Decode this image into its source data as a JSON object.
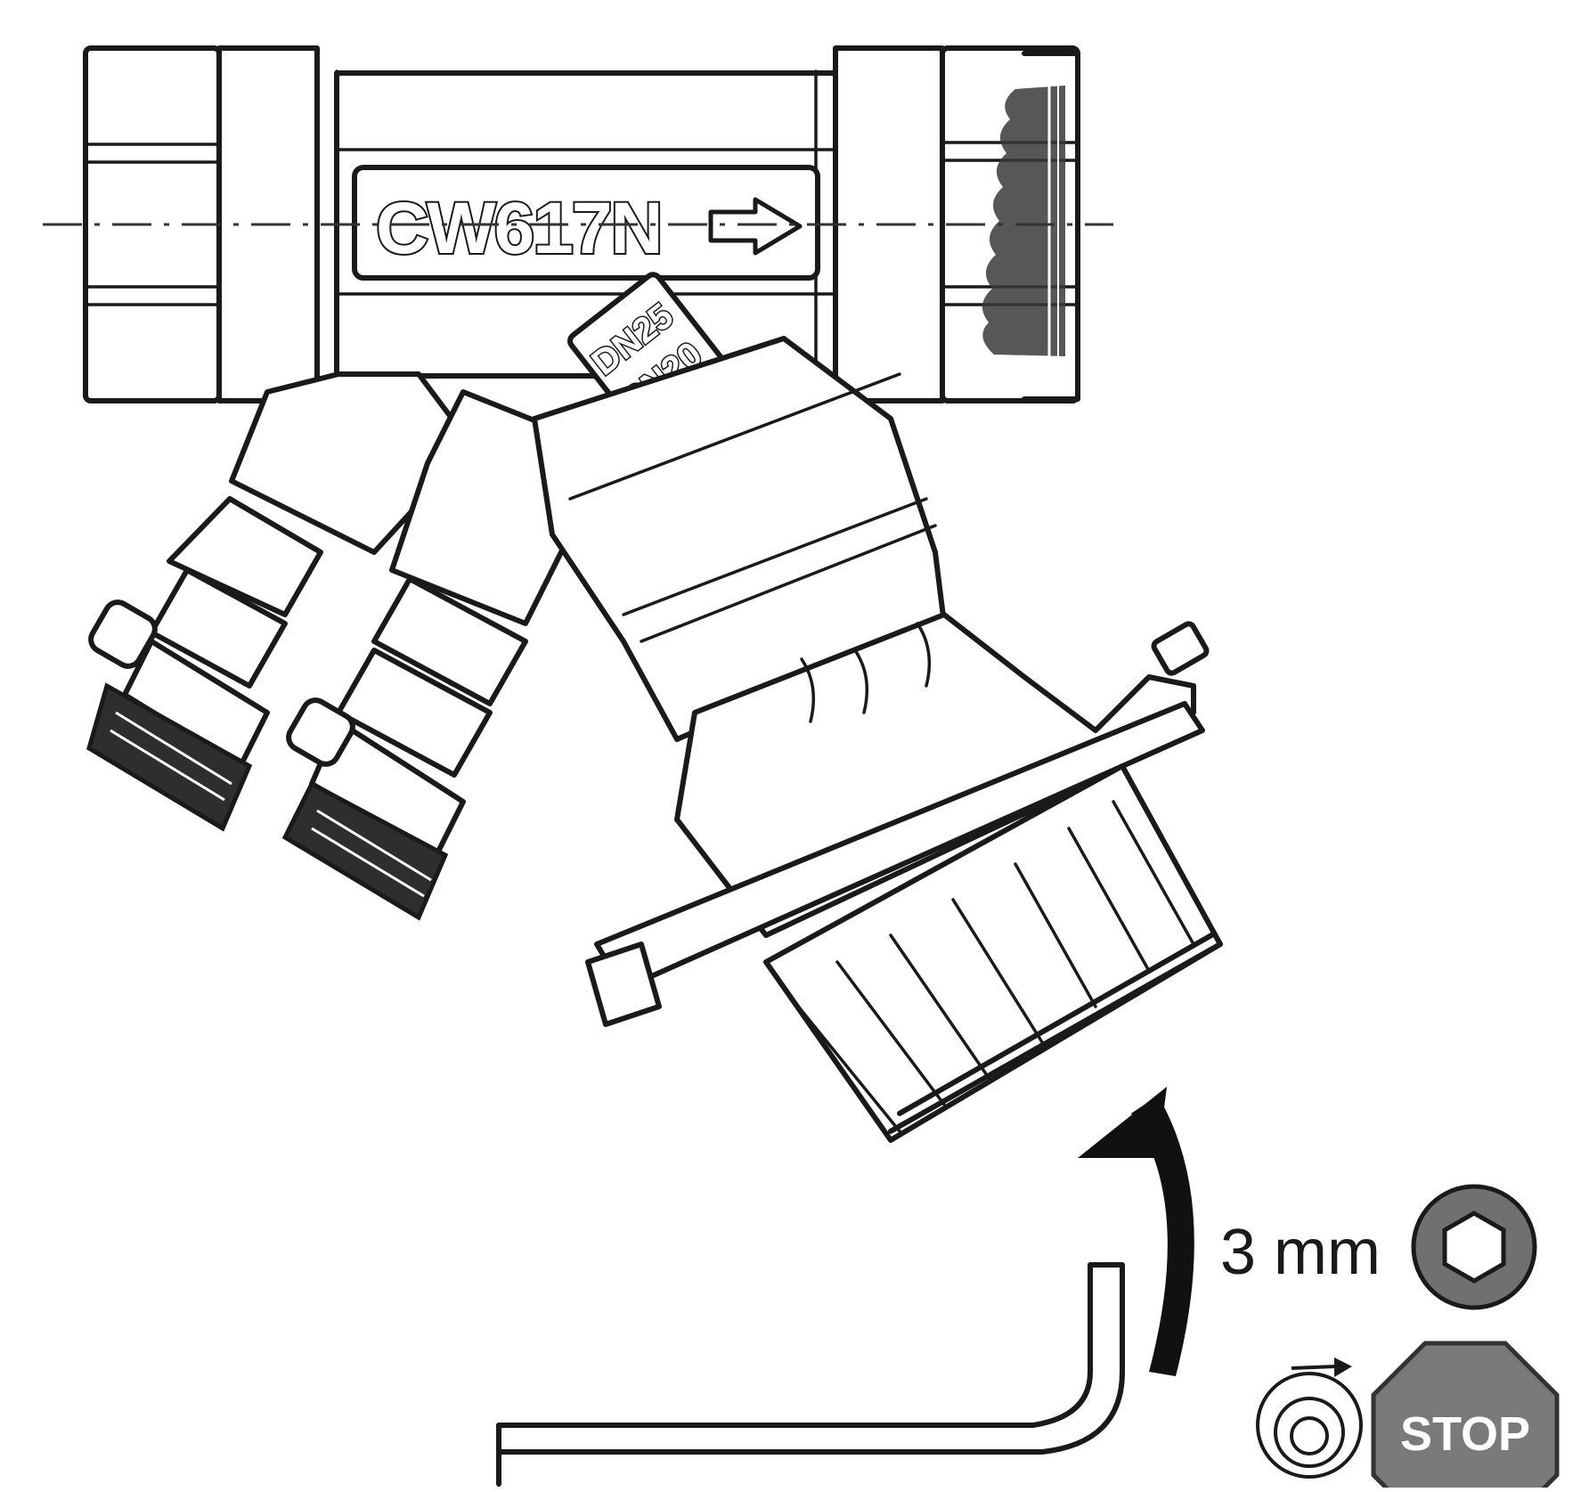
{
  "diagram": {
    "body_marking": "CW617N",
    "size_marking_line1": "DN25",
    "size_marking_line2": "PN20",
    "tool_size_label": "3 mm",
    "stop_sign_label": "STOP",
    "colors": {
      "line": "#1a1a1a",
      "fill": "#ffffff",
      "hex_badge": "#707070",
      "stop_sign": "#7a7a7a"
    },
    "icons": [
      "hex-key-icon",
      "counterclockwise-rotation-icon",
      "stop-sign-icon",
      "rotation-arrow-icon",
      "flow-direction-arrow-icon"
    ]
  }
}
